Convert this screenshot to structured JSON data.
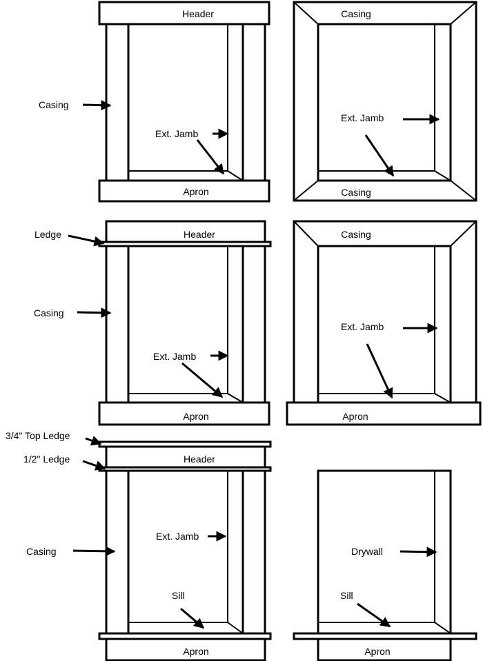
{
  "panels": {
    "p1": {
      "header": "Header",
      "apron": "Apron",
      "casing": "Casing",
      "ext_jamb": "Ext. Jamb"
    },
    "p2": {
      "casing_top": "Casing",
      "casing_bottom": "Casing",
      "ext_jamb": "Ext. Jamb"
    },
    "p3": {
      "header": "Header",
      "apron": "Apron",
      "ledge": "Ledge",
      "casing": "Casing",
      "ext_jamb": "Ext. Jamb"
    },
    "p4": {
      "casing_top": "Casing",
      "apron": "Apron",
      "ext_jamb": "Ext. Jamb"
    },
    "p5": {
      "header": "Header",
      "apron": "Apron",
      "top_ledge": "3/4\" Top Ledge",
      "half_ledge": "1/2\" Ledge",
      "casing": "Casing",
      "ext_jamb": "Ext. Jamb",
      "sill": "Sill"
    },
    "p6": {
      "apron": "Apron",
      "drywall": "Drywall",
      "sill": "Sill"
    }
  }
}
